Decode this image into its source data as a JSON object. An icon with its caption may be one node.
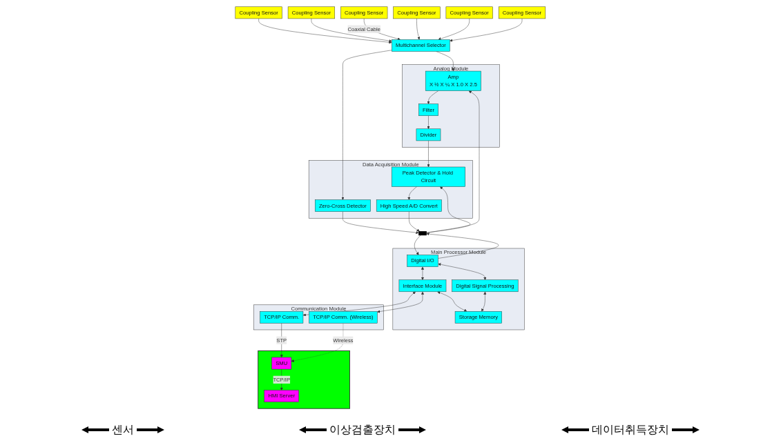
{
  "diagram": {
    "nodes": [
      {
        "text": [
          "Coupling Sensor"
        ]
      },
      {
        "text": [
          "Coupling Sensor"
        ]
      },
      {
        "text": [
          "Coupling Sensor"
        ]
      },
      {
        "text": [
          "Coupling Sensor"
        ]
      },
      {
        "text": [
          "Coupling Sensor"
        ]
      },
      {
        "text": [
          "Coupling Sensor"
        ]
      },
      {
        "text": [
          "Multichannel Selector"
        ]
      },
      {
        "text": [
          "Analog Module"
        ]
      },
      {
        "text": [
          "Amp",
          "X ½ X ¼ X 1.0 X 2.5"
        ],
        "in": 7
      },
      {
        "text": [
          "Filter"
        ],
        "in": 7
      },
      {
        "text": [
          "Divider"
        ],
        "in": 7
      },
      {
        "text": [
          "Data Acquisition Module"
        ]
      },
      {
        "text": [
          "Zero-Cross Detector"
        ],
        "in": 11
      },
      {
        "text": [
          "Peak Detector & Hold Circuit"
        ],
        "in": 11
      },
      {
        "text": [
          "High Speed A/D Convert"
        ],
        "in": 11
      },
      {
        "text": [],
        "shape": "bar"
      },
      {
        "text": [
          "Main Processor Module"
        ]
      },
      {
        "text": [
          "Digital I/O"
        ],
        "in": 16
      },
      {
        "text": [
          "Interface Module"
        ],
        "in": 16
      },
      {
        "text": [
          "Digital Signal Processing"
        ],
        "in": 16
      },
      {
        "text": [
          "Storage Memory"
        ],
        "in": 16
      },
      {
        "text": [
          "Communication Module"
        ]
      },
      {
        "text": [
          "TCP/IP Comm."
        ],
        "in": 21
      },
      {
        "text": [
          "TCP/IP Comm. (Wireless)"
        ],
        "in": 21
      },
      {
        "text": [],
        "shape": "box"
      },
      {
        "text": [
          "SMU"
        ],
        "in": 24
      },
      {
        "text": [
          "HMI Server"
        ],
        "in": 24
      }
    ],
    "edges": [
      {
        "from": 0,
        "to": 6,
        "arrow": "to"
      },
      {
        "from": 1,
        "to": 6,
        "arrow": "to"
      },
      {
        "from": 2,
        "to": 6,
        "arrow": "to",
        "label": "Coaxial Cable"
      },
      {
        "from": 3,
        "to": 6,
        "arrow": "to"
      },
      {
        "from": 4,
        "to": 6,
        "arrow": "to"
      },
      {
        "from": 5,
        "to": 6,
        "arrow": "to"
      },
      {
        "from": 6,
        "to": 8,
        "arrow": "to"
      },
      {
        "from": 6,
        "to": 12,
        "arrow": "to"
      },
      {
        "from": 15,
        "to": 8,
        "arrow": "to"
      },
      {
        "from": 8,
        "to": 9,
        "arrow": "to"
      },
      {
        "from": 9,
        "to": 10,
        "arrow": "to"
      },
      {
        "from": 10,
        "to": 13,
        "arrow": "to"
      },
      {
        "from": 13,
        "to": 14,
        "arrow": "to"
      },
      {
        "from": 15,
        "to": 13,
        "arrow": "to"
      },
      {
        "from": 12,
        "to": 15,
        "arrow": "to"
      },
      {
        "from": 14,
        "to": 15,
        "arrow": "to"
      },
      {
        "from": 17,
        "to": 15,
        "arrow": "to"
      },
      {
        "from": 15,
        "to": 17,
        "arrow": "to"
      },
      {
        "from": 17,
        "to": 18,
        "arrow": "both"
      },
      {
        "from": 17,
        "to": 19,
        "arrow": "both"
      },
      {
        "from": 18,
        "to": 20,
        "arrow": "both"
      },
      {
        "from": 19,
        "to": 20,
        "arrow": "both"
      },
      {
        "from": 18,
        "to": 22,
        "arrow": "both"
      },
      {
        "from": 18,
        "to": 23,
        "arrow": "both"
      },
      {
        "from": 22,
        "to": 25,
        "arrow": "to",
        "label": "STP"
      },
      {
        "from": 23,
        "to": 25,
        "arrow": "to",
        "label": "Wireless",
        "style": "dashed"
      },
      {
        "from": 25,
        "to": 26,
        "arrow": "to",
        "label": "TCP/IP"
      }
    ],
    "labels": [
      "센서",
      "이상검출장치",
      "데이터취득장치"
    ]
  }
}
